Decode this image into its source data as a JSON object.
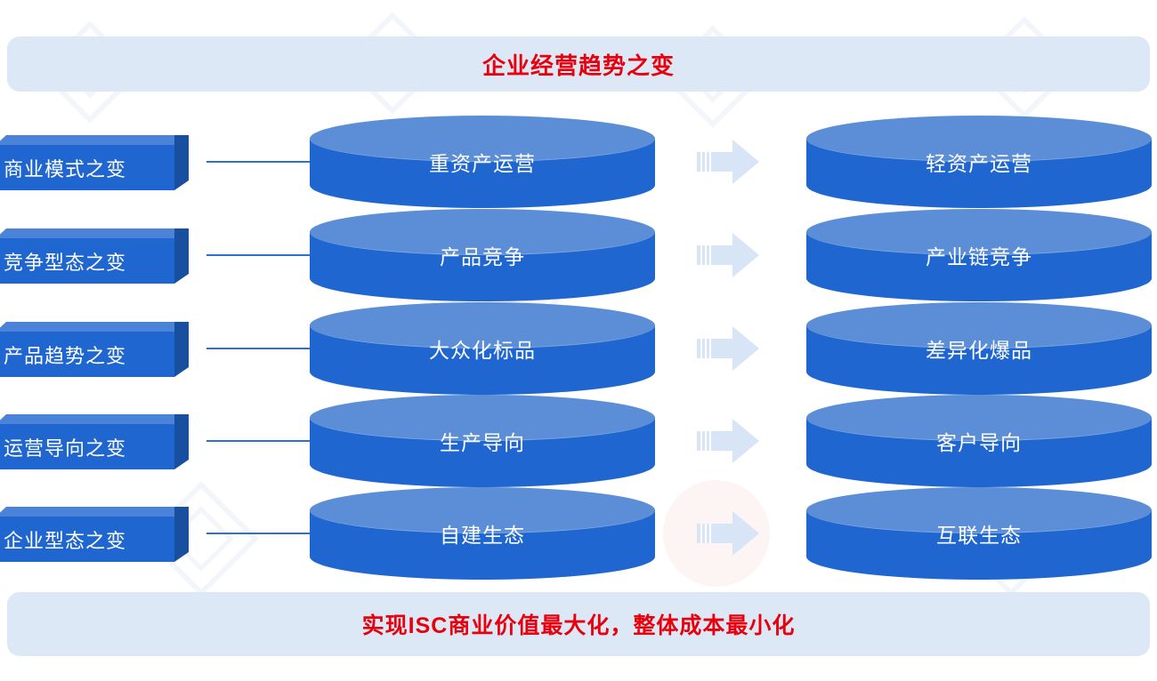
{
  "banner_top": {
    "title": "企业经营趋势之变",
    "color": "#E8000D",
    "background": "#dce8f5"
  },
  "banner_bottom": {
    "title": "实现ISC商业价值最大化，整体成本最小化",
    "color": "#E8000D",
    "background": "#dce8f5"
  },
  "theme": {
    "box_front": "#1f66d0",
    "box_top": "#4b83d8",
    "box_side": "#18509f",
    "cylinder_body": "#1f66d0",
    "cylinder_top": "#5b8ed7",
    "arrow": "#d7e5f6",
    "connector": "#2f6fd0",
    "label_text": "#ffffff"
  },
  "rows": [
    {
      "category": "商业模式之变",
      "from": "重资产运营",
      "to": "轻资产运营",
      "arrow": "right-arrow-icon"
    },
    {
      "category": "竞争型态之变",
      "from": "产品竞争",
      "to": "产业链竞争",
      "arrow": "right-arrow-icon"
    },
    {
      "category": "产品趋势之变",
      "from": "大众化标品",
      "to": "差异化爆品",
      "arrow": "right-arrow-icon"
    },
    {
      "category": "运营导向之变",
      "from": "生产导向",
      "to": "客户导向",
      "arrow": "right-arrow-icon"
    },
    {
      "category": "企业型态之变",
      "from": "自建生态",
      "to": "互联生态",
      "arrow": "right-arrow-icon"
    }
  ]
}
